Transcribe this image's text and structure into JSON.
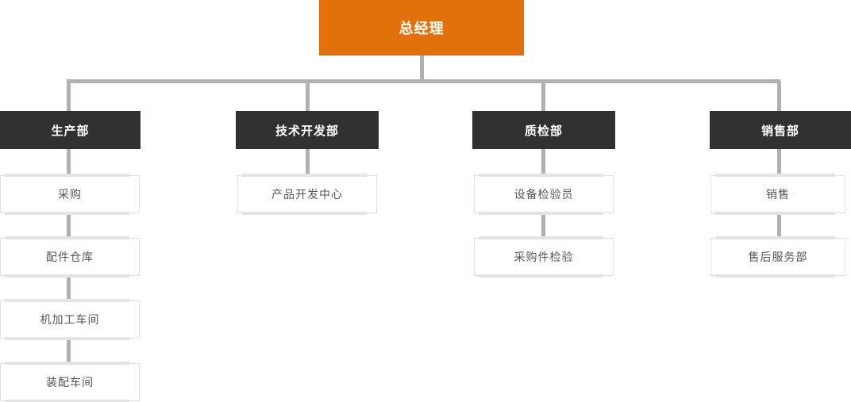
{
  "org_chart": {
    "root": {
      "label": "总经理"
    },
    "departments": [
      {
        "label": "生产部",
        "children": [
          "采购",
          "配件仓库",
          "机加工车间",
          "装配车间"
        ]
      },
      {
        "label": "技术开发部",
        "children": [
          "产品开发中心"
        ]
      },
      {
        "label": "质检部",
        "children": [
          "设备检验员",
          "采购件检验"
        ]
      },
      {
        "label": "销售部",
        "children": [
          "销售",
          "售后服务部"
        ]
      }
    ],
    "colors": {
      "background": "#ffffff",
      "root_bg": "#e2700b",
      "dept_bg": "#313131",
      "text_on_dark": "#ffffff",
      "leaf_text": "#555555",
      "leaf_border": "#dfdfdf",
      "leaf_accent_bar": "#e4e4e4",
      "connector": "#b1b1b1"
    }
  }
}
